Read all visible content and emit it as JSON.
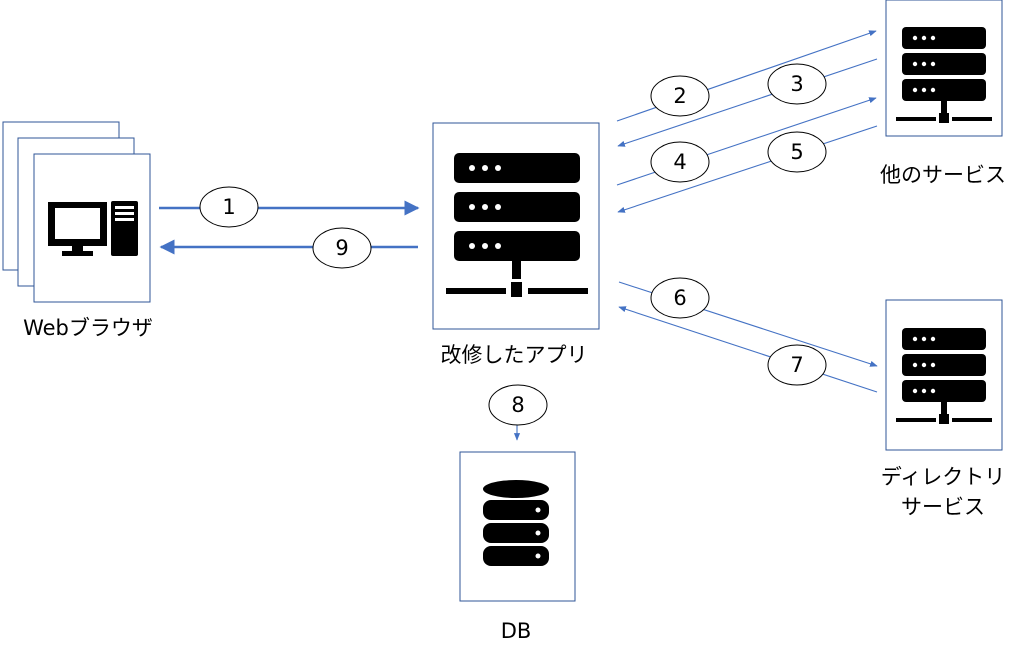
{
  "nodes": {
    "browser": {
      "label": "Webブラウザ"
    },
    "app": {
      "label": "改修したアプリ"
    },
    "other_services": {
      "label": "他のサービス"
    },
    "directory_service": {
      "label_line1": "ディレクトリ",
      "label_line2": "サービス"
    },
    "db": {
      "label": "DB"
    }
  },
  "steps": [
    "1",
    "2",
    "3",
    "4",
    "5",
    "6",
    "7",
    "8",
    "9"
  ],
  "colors": {
    "arrow": "#4472c4",
    "box_border": "#2f5597",
    "icon": "#000000"
  }
}
